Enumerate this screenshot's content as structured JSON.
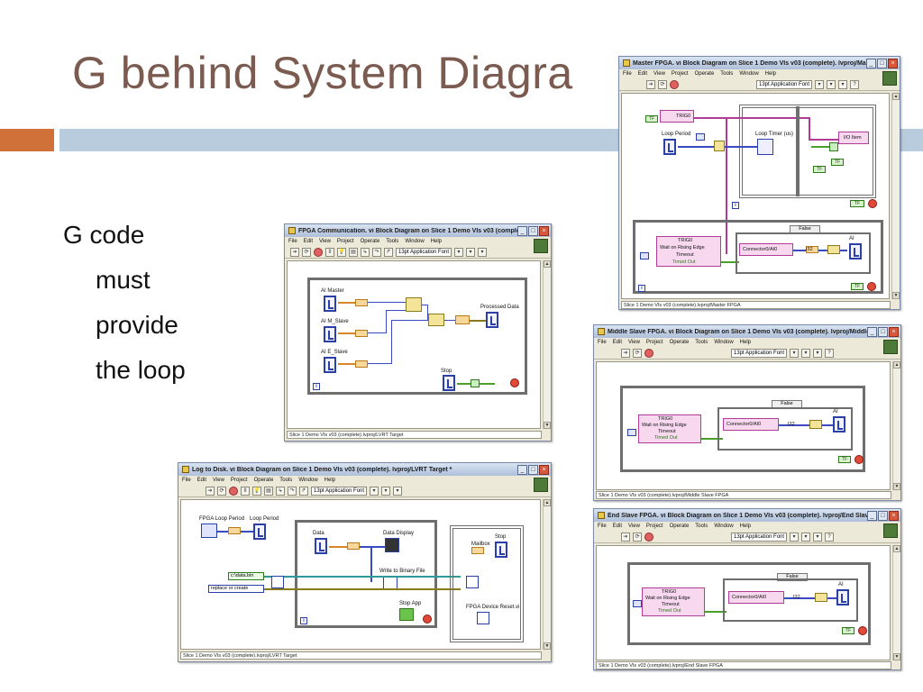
{
  "slide": {
    "title": "G behind System Diagra",
    "bullets": [
      "G code",
      "must",
      "provide",
      "the loop"
    ]
  },
  "colors": {
    "title": "#7b5a4f",
    "band_orange": "#d0713a",
    "band_blue": "#b8ccde"
  },
  "menu": [
    "File",
    "Edit",
    "View",
    "Project",
    "Operate",
    "Tools",
    "Window",
    "Help"
  ],
  "font_select": "13pt Application Font",
  "windows": {
    "fpga_comm": {
      "title": "FPGA Communication. vi Block Diagram on Slice 1 Demo VIs v03 (complet...",
      "status": "Slice 1 Demo VIs v03 (complete).lvproj/LVRT Target",
      "labels": {
        "ai_master": "AI Master",
        "ai_m_slave": "AI M_Slave",
        "ai_e_slave": "AI E_Slave",
        "processed": "Processed Data",
        "stop": "Stop"
      }
    },
    "master": {
      "title": "Master FPGA. vi Block Diagram on Slice 1 Demo VIs v03 (complete). lvproj/Mast...",
      "status": "Slice 1 Demo VIs v03 (complete).lvproj/Master FPGA",
      "labels": {
        "trig0": "TRIG0",
        "loop_period": "Loop Period",
        "loop_timer": "Loop Timer (us)",
        "io_item": "I/O Item",
        "trig0b": "TRIG0",
        "wait": "Wait on Rising Edge",
        "timeout": "Timeout",
        "timed_out": "Timed Out",
        "false_case": "False",
        "connector": "Connector0/AI0",
        "ai": "AI",
        "i32": "I32"
      }
    },
    "log": {
      "title": "Log to Disk. vi Block Diagram on Slice 1 Demo VIs v03 (complete). lvproj/LVRT Target *",
      "status": "Slice 1 Demo VIs v03 (complete).lvproj/LVRT Target",
      "labels": {
        "fpga_loop_period": "FPGA Loop Period",
        "loop_period": "Loop Period",
        "data": "Data",
        "data_display": "Data Display",
        "write_binary": "Write to Binary File",
        "path": "c:\\data.bin",
        "replace": "replace or create",
        "stop_app": "Stop App",
        "mailbox": "Mailbox",
        "stop": "Stop",
        "reset": "FPGA Device Reset.vi"
      }
    },
    "middle": {
      "title": "Middle Slave FPGA. vi Block Diagram on Slice 1 Demo VIs v03 (complete). lvproj/Middle Sl...",
      "status": "Slice 1 Demo VIs v03 (complete).lvproj/Middle Slave FPGA",
      "labels": {
        "trig0": "TRIG0",
        "wait": "Wait on Rising Edge",
        "timeout": "Timeout",
        "timed_out": "Timed Out",
        "false_case": "False",
        "connector": "Connector0/AI0",
        "ai": "AI",
        "i32": "I32"
      }
    },
    "end": {
      "title": "End Slave FPGA. vi Block Diagram on Slice 1 Demo VIs v03 (complete). lvproj/End Slave FPGA",
      "status": "Slice 1 Demo VIs v03 (complete).lvproj/End Slave FPGA",
      "labels": {
        "trig0": "TRIG0",
        "wait": "Wait on Rising Edge",
        "timeout": "Timeout",
        "timed_out": "Timed Out",
        "false_case": "False",
        "connector": "Connector0/AI0",
        "ai": "AI",
        "i32": "I32"
      }
    }
  }
}
